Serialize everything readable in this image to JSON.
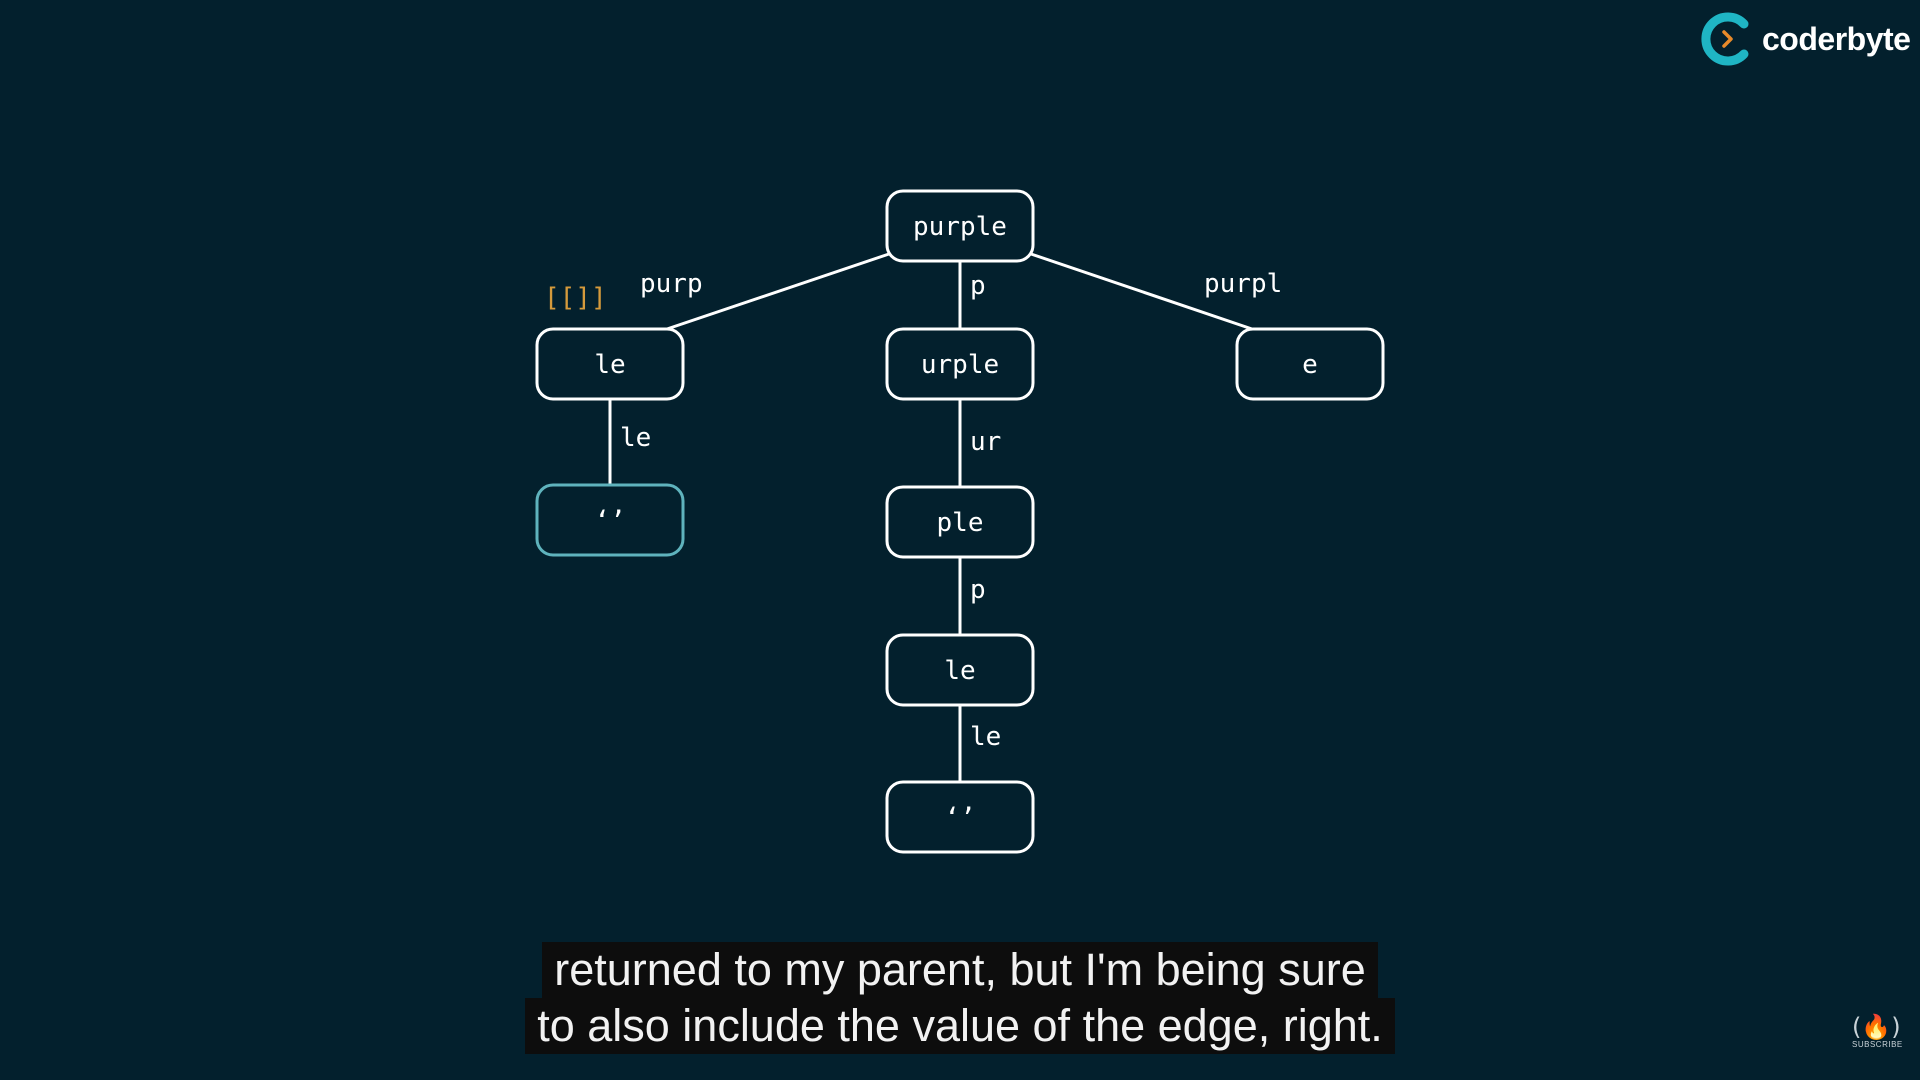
{
  "brand": {
    "name": "coderbyte"
  },
  "diagram": {
    "nodes": [
      {
        "id": "n0",
        "label": "purple",
        "state": "default"
      },
      {
        "id": "n1",
        "label": "le",
        "state": "default"
      },
      {
        "id": "n2",
        "label": "urple",
        "state": "default"
      },
      {
        "id": "n3",
        "label": "e",
        "state": "default"
      },
      {
        "id": "n4",
        "label": "‘’",
        "state": "active"
      },
      {
        "id": "n5",
        "label": "ple",
        "state": "default"
      },
      {
        "id": "n6",
        "label": "le",
        "state": "default"
      },
      {
        "id": "n7",
        "label": "‘’",
        "state": "default"
      }
    ],
    "edges": [
      {
        "from": "n0",
        "to": "n1",
        "label": "purp"
      },
      {
        "from": "n0",
        "to": "n2",
        "label": "p"
      },
      {
        "from": "n0",
        "to": "n3",
        "label": "purpl"
      },
      {
        "from": "n1",
        "to": "n4",
        "label": "le"
      },
      {
        "from": "n2",
        "to": "n5",
        "label": "ur"
      },
      {
        "from": "n5",
        "to": "n6",
        "label": "p"
      },
      {
        "from": "n6",
        "to": "n7",
        "label": "le"
      }
    ],
    "annotations": [
      {
        "node": "n1",
        "text": "[[]]",
        "color": "#d59a3c"
      }
    ],
    "colors": {
      "line": "#ffffff",
      "node_border": "#ffffff",
      "active_border": "#5fb3bd",
      "annotation": "#d59a3c"
    }
  },
  "captions": [
    "returned to my parent, but I'm being sure",
    "to also include the value of the edge, right."
  ],
  "corner": {
    "icon": "freecodecamp-icon",
    "label": "SUBSCRIBE"
  },
  "colors": {
    "background": "#03202d",
    "brand_accent": "#1fb5c4"
  }
}
